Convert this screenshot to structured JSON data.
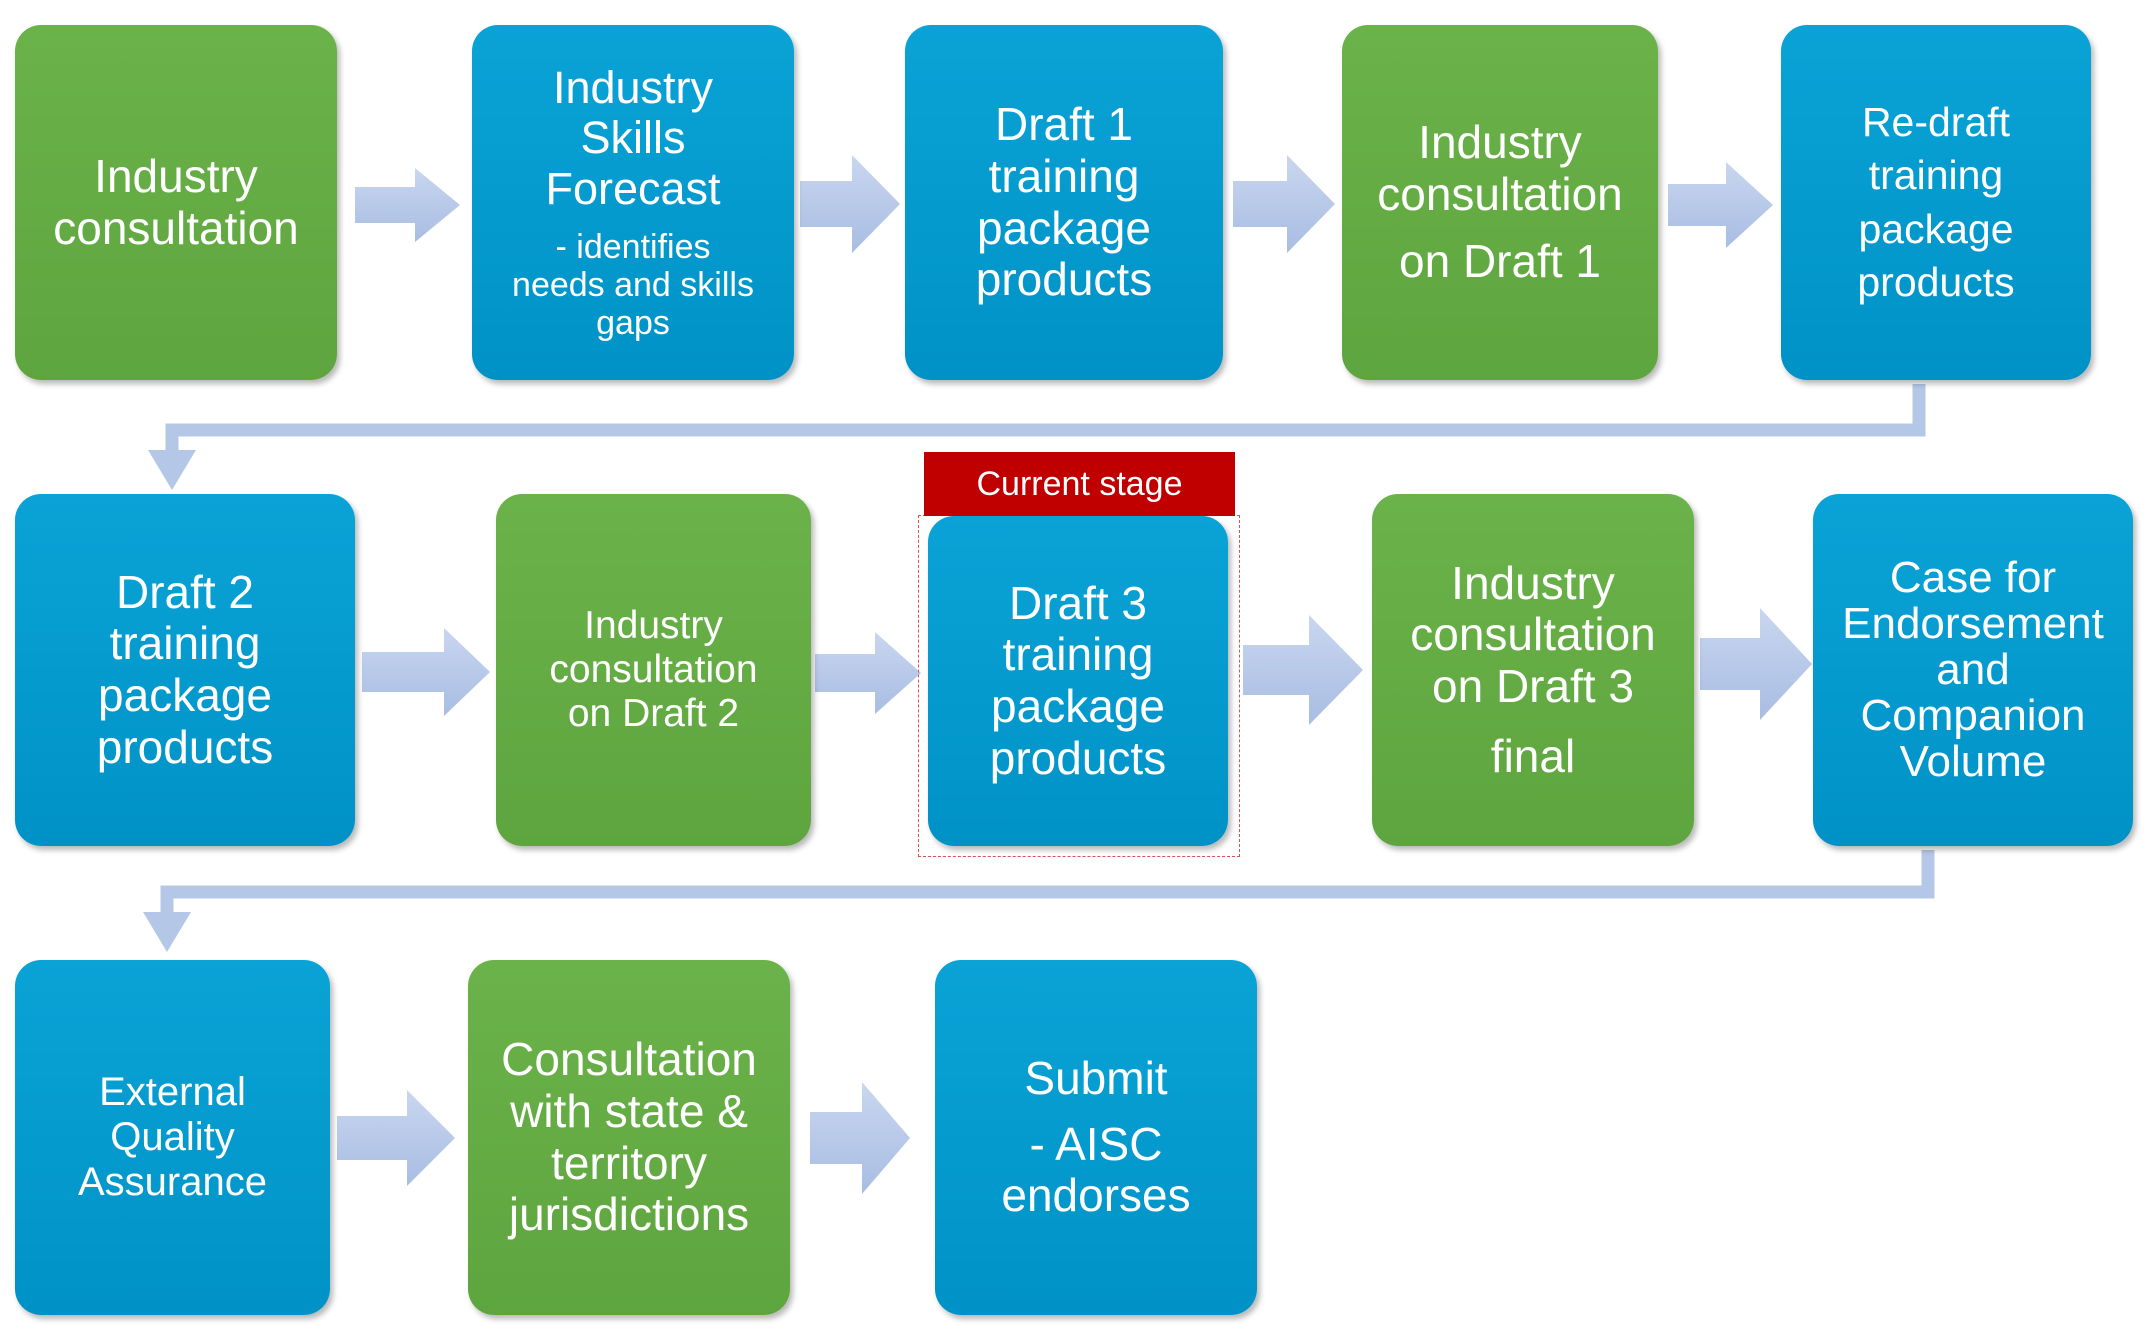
{
  "colors": {
    "green": "#66ad45",
    "blue": "#0a9bd0",
    "arrow": "#b5c7e6",
    "stage_label": "#c00000"
  },
  "current_stage_label": "Current stage",
  "steps": [
    {
      "color": "green",
      "lines": [
        "Industry",
        "consultation"
      ]
    },
    {
      "color": "blue",
      "lines": [
        "Industry",
        "Skills",
        "Forecast"
      ],
      "sub": [
        "- identifies",
        "needs and skills",
        "gaps"
      ]
    },
    {
      "color": "blue",
      "lines": [
        "Draft 1",
        "training",
        "package",
        "products"
      ]
    },
    {
      "color": "green",
      "lines": [
        "Industry",
        "consultation",
        "on Draft 1"
      ]
    },
    {
      "color": "blue",
      "lines": [
        "Re-draft",
        "training",
        "package",
        "products"
      ]
    },
    {
      "color": "blue",
      "lines": [
        "Draft 2",
        "training",
        "package",
        "products"
      ]
    },
    {
      "color": "green",
      "lines": [
        "Industry",
        "consultation",
        "on Draft 2"
      ]
    },
    {
      "color": "blue",
      "lines": [
        "Draft 3",
        "training",
        "package",
        "products"
      ]
    },
    {
      "color": "green",
      "lines": [
        "Industry",
        "consultation",
        "on Draft 3",
        "final"
      ]
    },
    {
      "color": "blue",
      "lines": [
        "Case for",
        "Endorsement",
        "and",
        "Companion",
        "Volume"
      ]
    },
    {
      "color": "blue",
      "lines": [
        "External",
        "Quality",
        "Assurance"
      ]
    },
    {
      "color": "green",
      "lines": [
        "Consultation",
        "with state &",
        "territory",
        "jurisdictions"
      ]
    },
    {
      "color": "blue",
      "lines": [
        "Submit",
        "- AISC",
        "endorses"
      ]
    }
  ]
}
